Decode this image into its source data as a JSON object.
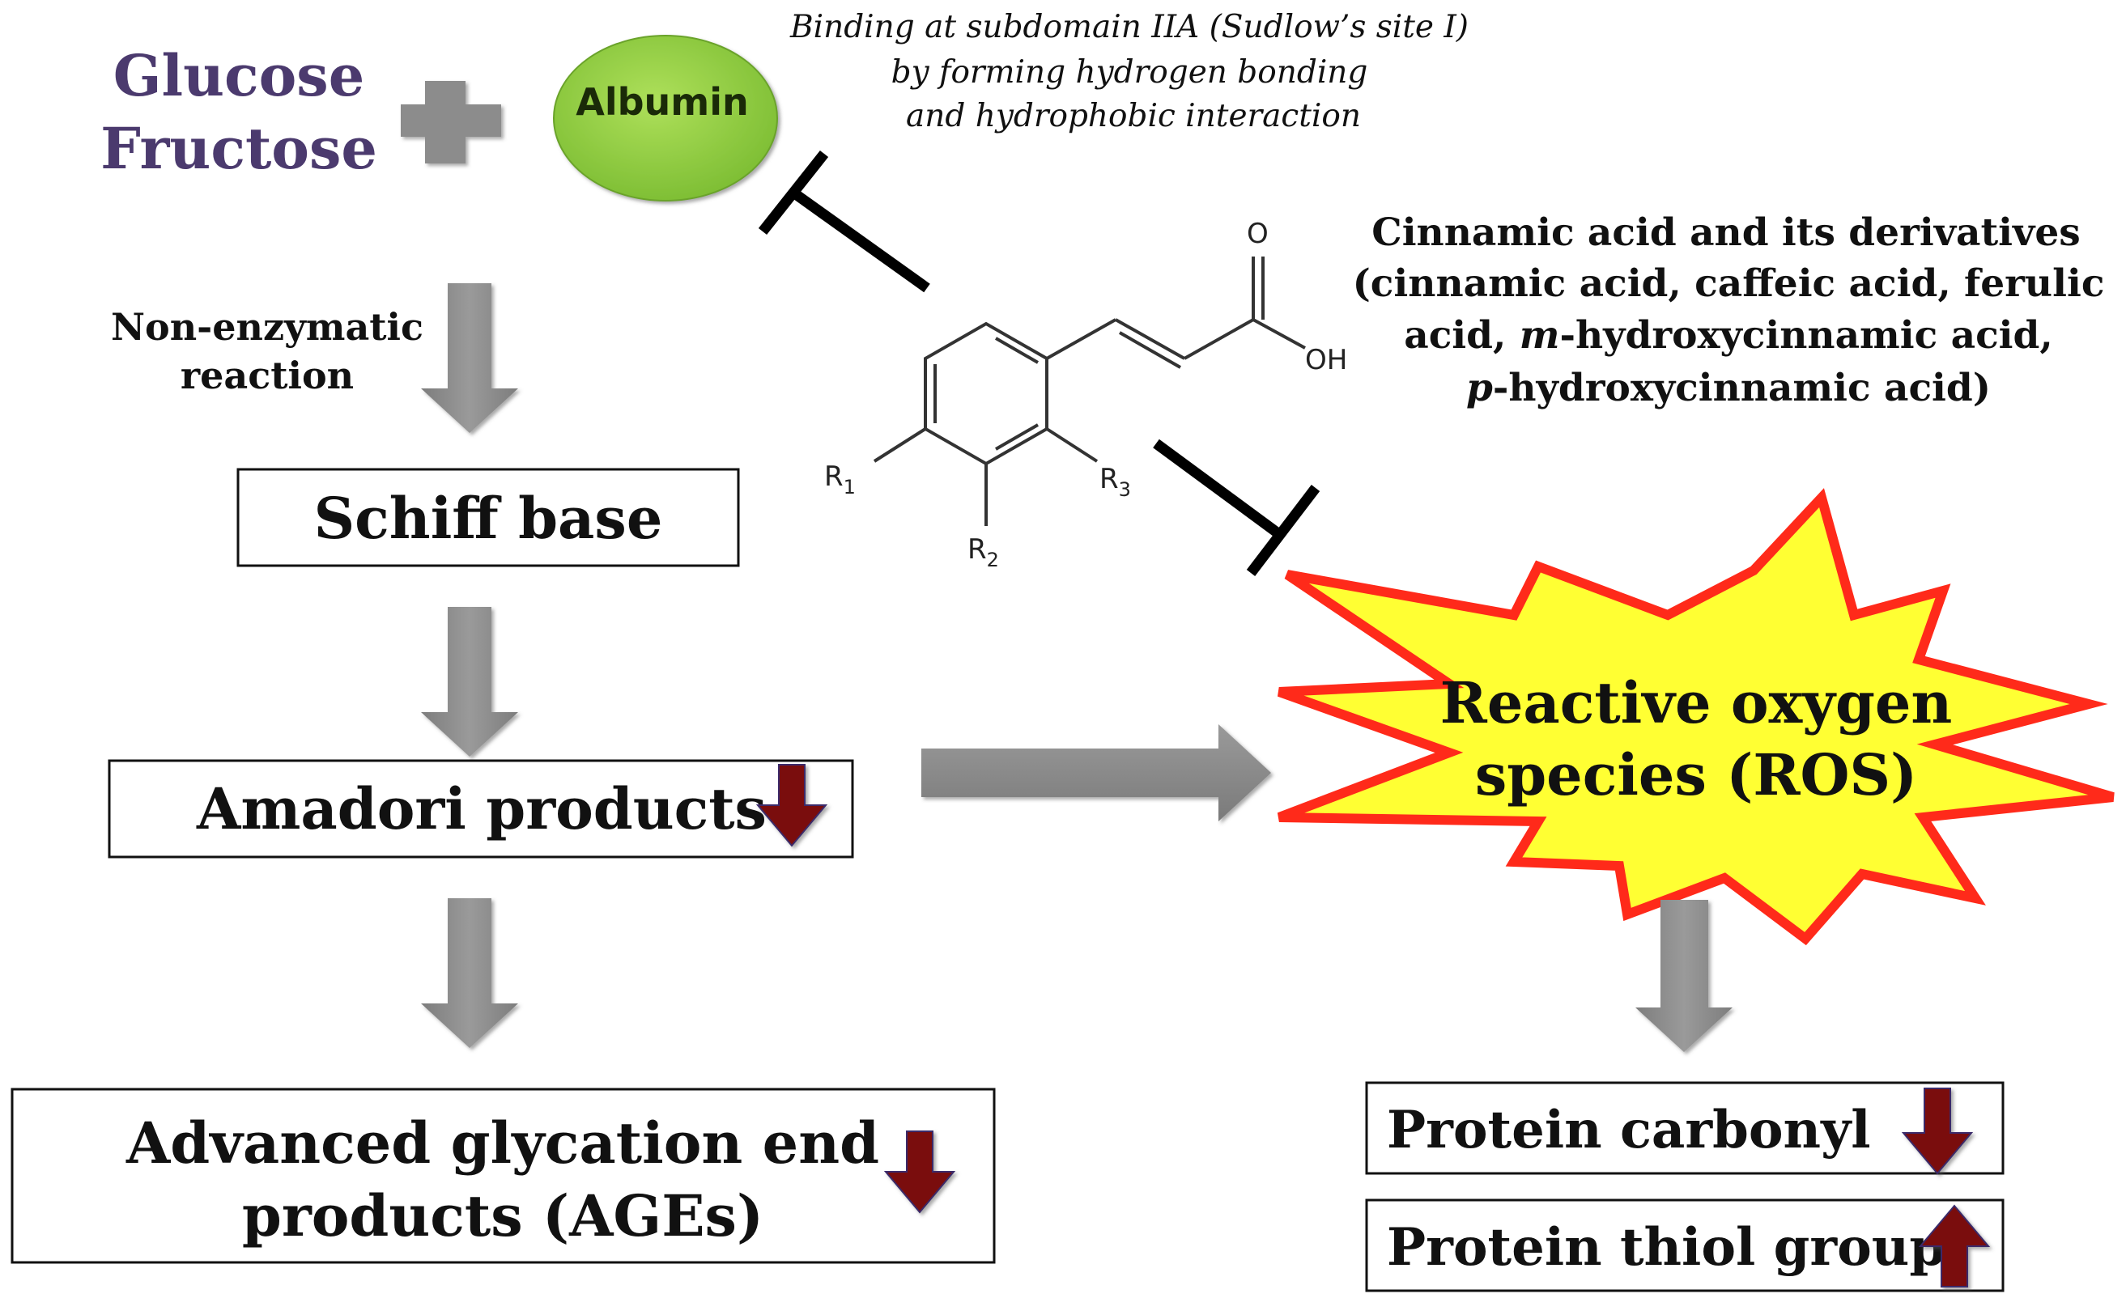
{
  "reactants": {
    "line1": "Glucose",
    "line2": "Fructose"
  },
  "albumin": {
    "label": "Albumin"
  },
  "binding_note": {
    "line1": "Binding at subdomain IIA (Sudlow’s site I)",
    "line2": "by forming hydrogen bonding",
    "line3": "and  hydrophobic interaction"
  },
  "reaction_note": {
    "line1": "Non-enzymatic",
    "line2": "reaction"
  },
  "boxes": {
    "schiff_base": "Schiff base",
    "amadori": "Amadori products",
    "ages_line1": "Advanced glycation end",
    "ages_line2": "products (AGEs)",
    "protein_carbonyl": "Protein carbonyl",
    "protein_thiol": "Protein thiol group"
  },
  "compound": {
    "title": "Cinnamic acid and its derivatives",
    "line2": "(cinnamic acid, caffeic acid, ferulic",
    "line3_pre": "acid, ",
    "line3_italic": "m",
    "line3_post": "-hydroxycinnamic acid,",
    "line4_italic": "p",
    "line4_post": "-hydroxycinnamic acid)"
  },
  "structure_labels": {
    "oxygen": "O",
    "hydroxyl": "OH",
    "r1": "R",
    "r1_sub": "1",
    "r2": "R",
    "r2_sub": "2",
    "r3": "R",
    "r3_sub": "3"
  },
  "ros": {
    "line1": "Reactive oxygen",
    "line2": "species (ROS)"
  },
  "indicators": {
    "amadori": "decrease",
    "ages": "decrease",
    "protein_carbonyl": "decrease",
    "protein_thiol": "increase"
  },
  "colors": {
    "reactant_text": "#4b3a6e",
    "albumin_fill": "#8cc63f",
    "arrow_gray": "#8c8c8c",
    "indicator_red": "#7a0a0a",
    "burst_fill": "#ffff33",
    "burst_stroke": "#ff2a1a",
    "inhibit_black": "#000000"
  }
}
